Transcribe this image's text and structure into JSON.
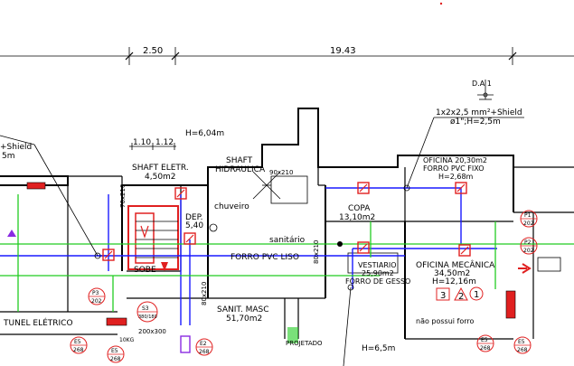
{
  "dimensions": {
    "left": "2.50",
    "right": "19.43"
  },
  "rooms": {
    "shaft_eletr": {
      "name": "SHAFT ELETR.",
      "area": "4,50m2"
    },
    "shaft_hidraulica": {
      "name": "SHAFT",
      "name2": "HIDRAULICA"
    },
    "copa": {
      "name": "COPA",
      "area": "13,10m2"
    },
    "oficina_top": {
      "name": "OFICINA  20,30m2",
      "forro": "FORRO PVC FIXO",
      "height": "H=2,68m"
    },
    "vestiario": {
      "name": "VESTIARIO",
      "area": "25,90m2",
      "forro": "FORRO DE GESSO"
    },
    "oficina_mecanica": {
      "name": "OFICINA MECÂNICA",
      "area": "34,50m2",
      "height": "H=12,16m"
    },
    "sanitario": {
      "name": "sanitário",
      "forro": "FORRO PVC LISO"
    },
    "sanit_masc": {
      "name": "SANIT. MASC",
      "area": "51,70m2"
    },
    "dep": {
      "name": "DEP.",
      "area": "5,40"
    },
    "tunel": {
      "name": "TUNEL ELÉTRICO"
    }
  },
  "labels": {
    "h604": "H=6,04m",
    "h65": "H=6,5m",
    "chuveiro": "chuveiro",
    "sobe": "SOBE",
    "cable_right": "1x2x2,5 mm²+Shield",
    "cable_right2": "ø1\";H=2,5m",
    "cable_left": "+Shield",
    "cable_left2": "5m",
    "da": "D.A  1",
    "no_forro": "não possui forro",
    "projetado": "PROJETADO",
    "d90x210": "90x210",
    "d70x210": "70x210",
    "d80x210a": "80x210",
    "d80x210b": "80x210",
    "d200x300": "200x300",
    "k10": "10KG",
    "dims_small": [
      "1.10",
      "1.12"
    ]
  },
  "tags": {
    "p1": {
      "top": "P1",
      "bottom": "202"
    },
    "p2": {
      "top": "P2",
      "bottom": "202"
    },
    "p3": {
      "top": "P3",
      "bottom": "202"
    },
    "s3": {
      "top": "S3",
      "bottom": "380/180"
    },
    "e5a": {
      "top": "E5",
      "bottom": "268"
    },
    "e5b": {
      "top": "E5",
      "bottom": "268"
    },
    "e5c": {
      "top": "E5",
      "bottom": "268"
    },
    "e5d": {
      "top": "E5",
      "bottom": "268"
    },
    "e2": {
      "top": "E2",
      "bottom": "268"
    }
  },
  "markers": {
    "n3": "3",
    "n2": "2",
    "n1": "1"
  },
  "colors": {
    "wire": "#1a1aff",
    "green": "#22cc22",
    "red": "#e02020",
    "purple": "#8a2be2"
  }
}
